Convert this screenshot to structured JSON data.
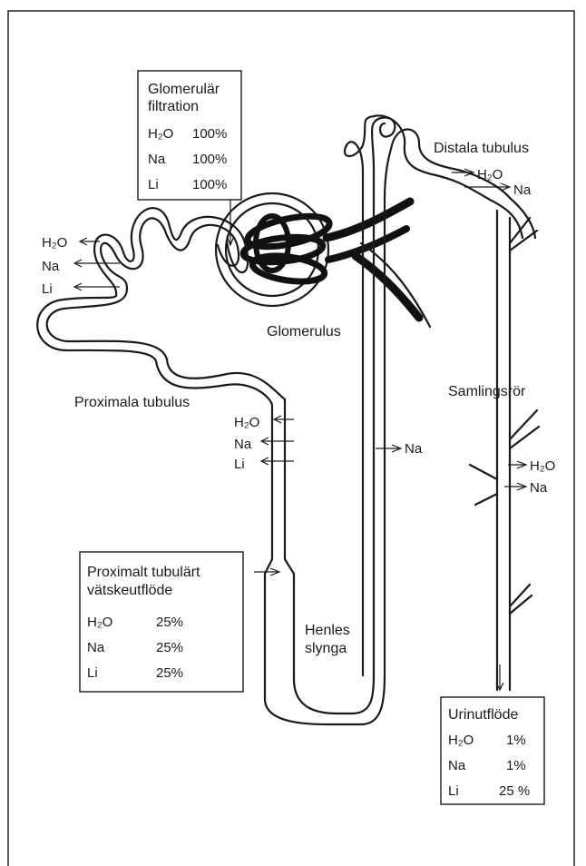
{
  "glomerular_box": {
    "title_line1": "Glomerulär",
    "title_line2": "filtration",
    "rows": [
      {
        "label": "H₂O",
        "value": "100%"
      },
      {
        "label": "Na",
        "value": "100%"
      },
      {
        "label": "Li",
        "value": "100%"
      }
    ]
  },
  "proximal_box": {
    "title_line1": "Proximalt tubulärt",
    "title_line2": "vätskeutflöde",
    "rows": [
      {
        "label": "H₂O",
        "value": "25%"
      },
      {
        "label": "Na",
        "value": "25%"
      },
      {
        "label": "Li",
        "value": "25%"
      }
    ]
  },
  "urine_box": {
    "title": "Urinutflöde",
    "rows": [
      {
        "label": "H₂O",
        "value": "1%"
      },
      {
        "label": "Na",
        "value": "1%"
      },
      {
        "label": "Li",
        "value": "25 %"
      }
    ]
  },
  "labels": {
    "glomerulus": "Glomerulus",
    "proximal_tubule": "Proximala tubulus",
    "distal_tubule": "Distala tubulus",
    "collecting_duct": "Samlingsrör",
    "henle_line1": "Henles",
    "henle_line2": "slynga"
  },
  "flows": {
    "proximal_upper": [
      "H₂O",
      "Na",
      "Li"
    ],
    "proximal_lower": [
      "H₂O",
      "Na",
      "Li"
    ],
    "henle_ascending": "Na",
    "distal": [
      "H₂O",
      "Na"
    ],
    "collecting": [
      "H₂O",
      "Na"
    ]
  }
}
